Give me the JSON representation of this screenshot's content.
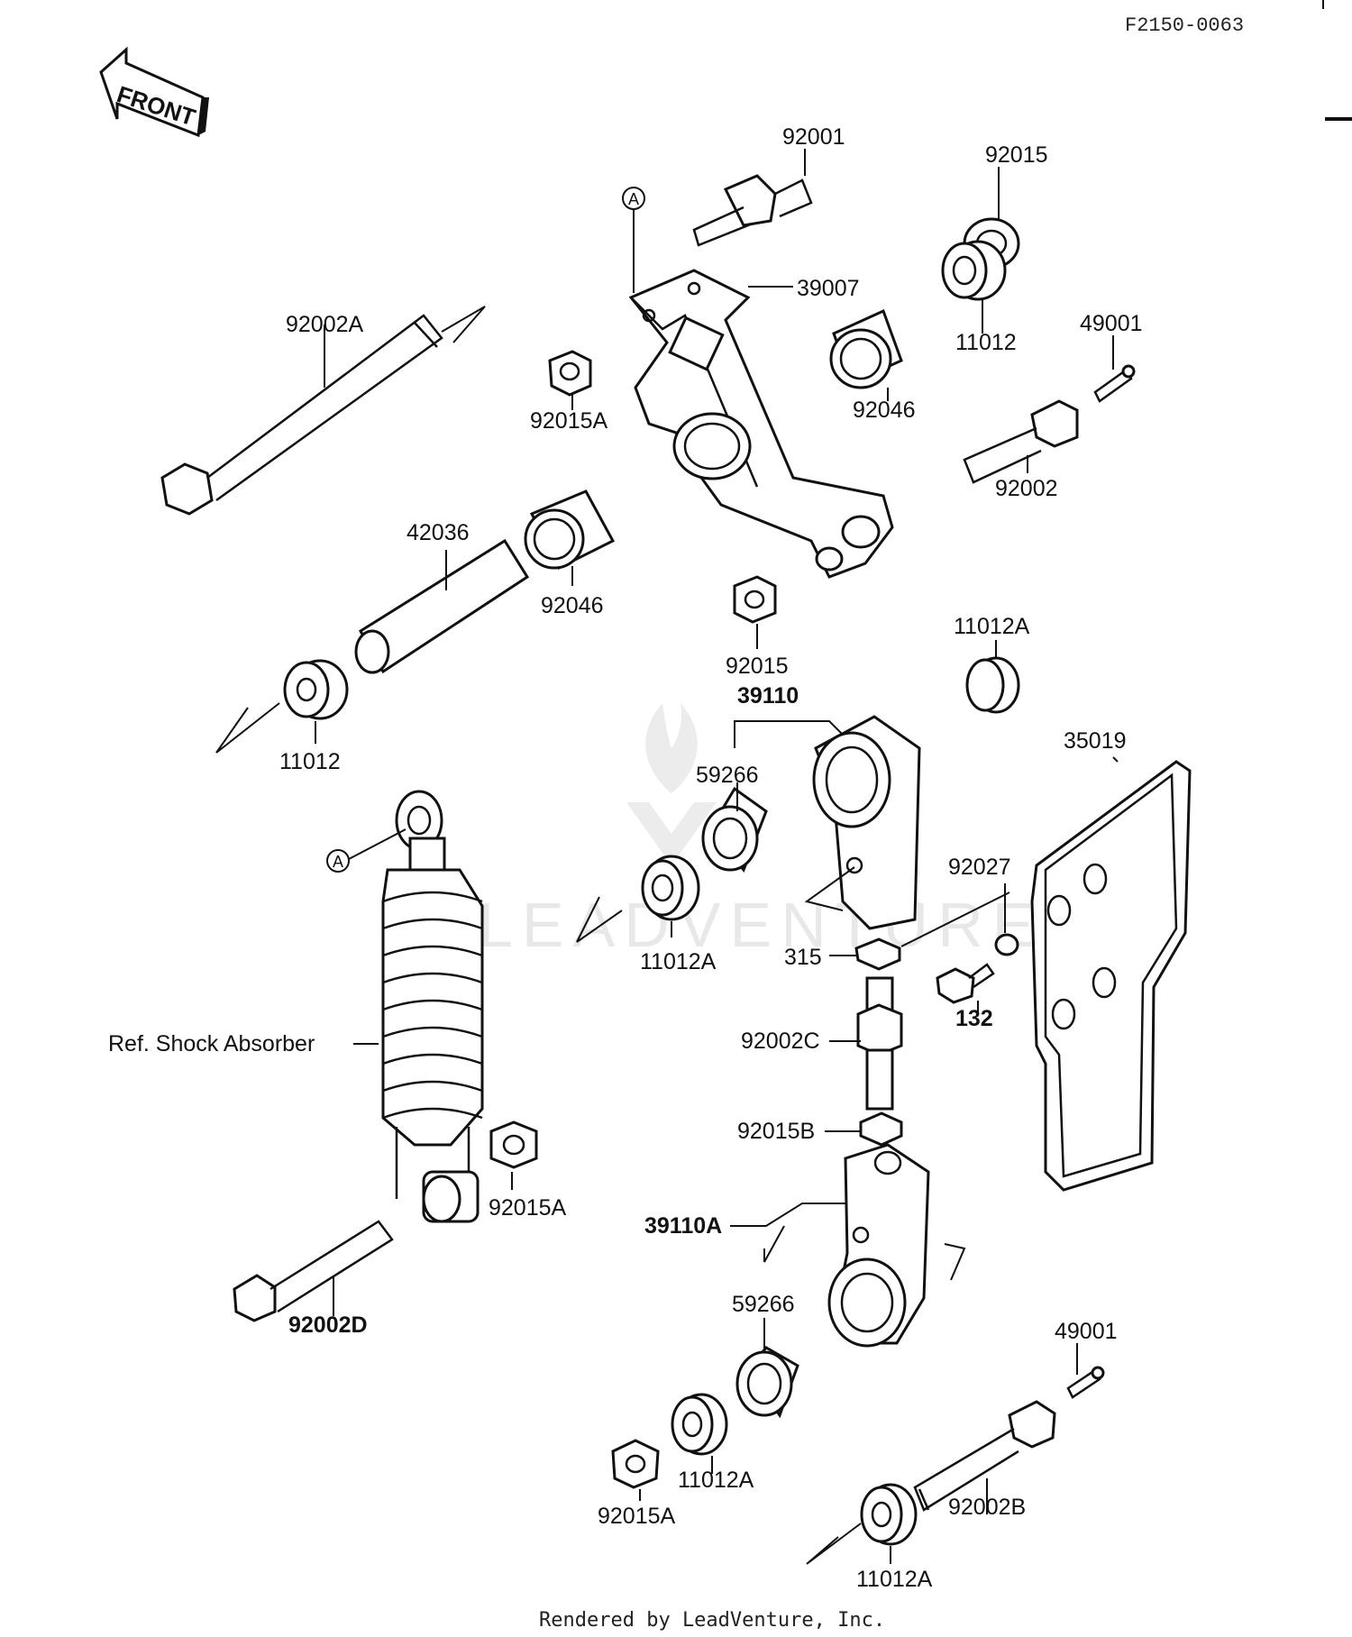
{
  "ref_code": "F2150-0063",
  "front_label": "FRONT",
  "watermark_text": "LEADVENTURE",
  "footer_text": "Rendered by LeadVenture, Inc.",
  "callout_a": "A",
  "labels": {
    "p92001": "92001",
    "p92015_top": "92015",
    "p39007": "39007",
    "p11012_top": "11012",
    "p49001_top": "49001",
    "p92002A": "92002A",
    "p92015A_top": "92015A",
    "p92046_right": "92046",
    "p92002": "92002",
    "p42036": "42036",
    "p92046_left": "92046",
    "p92015_mid": "92015",
    "p11012A_right": "11012A",
    "p11012_left": "11012",
    "p39110": "39110",
    "p35019": "35019",
    "p59266_top": "59266",
    "p92027": "92027",
    "p11012A_mid": "11012A",
    "p315": "315",
    "p132": "132",
    "p92002C": "92002C",
    "ref_shock": "Ref. Shock Absorber",
    "p92015B": "92015B",
    "p92015A_mid": "92015A",
    "p39110A": "39110A",
    "p92002D": "92002D",
    "p59266_bot": "59266",
    "p49001_bot": "49001",
    "p11012A_bot1": "11012A",
    "p92015A_bot": "92015A",
    "p92002B": "92002B",
    "p11012A_bot2": "11012A"
  }
}
